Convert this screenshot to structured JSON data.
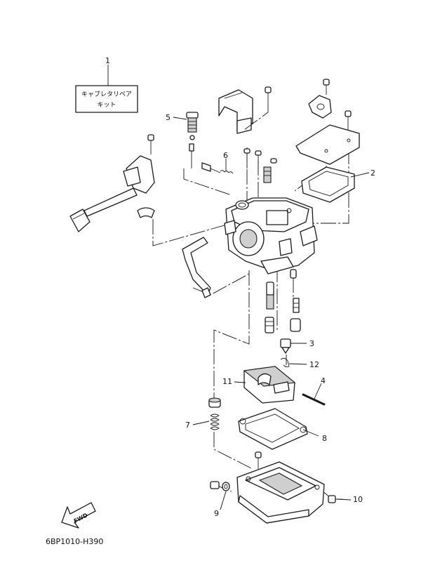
{
  "diagram_code": "6BP1010-H390",
  "fwd_label": "FWD",
  "kit_box": {
    "line1": "キャブレタリペア",
    "line2": "キット"
  },
  "callouts": {
    "c1": "1",
    "c2": "2",
    "c3": "3",
    "c4": "4",
    "c5": "5",
    "c6": "6",
    "c7": "7",
    "c8": "8",
    "c9": "9",
    "c10": "10",
    "c11": "11",
    "c12": "12"
  }
}
